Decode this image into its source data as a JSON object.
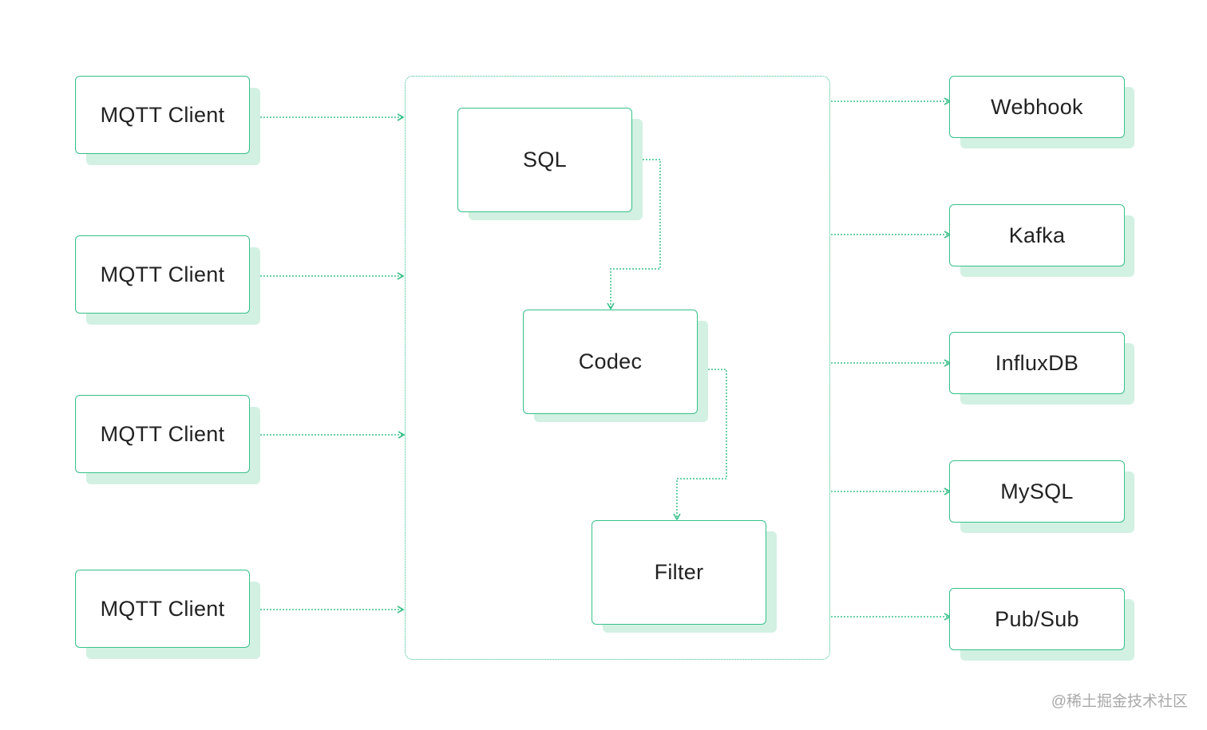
{
  "colors": {
    "accent": "#38c088",
    "shadow": "#d2f1e2",
    "text": "#222222",
    "watermark": "#a9a9a9"
  },
  "clients": [
    "MQTT Client",
    "MQTT Client",
    "MQTT Client",
    "MQTT Client"
  ],
  "engine": {
    "steps": [
      "SQL",
      "Codec",
      "Filter"
    ]
  },
  "targets": [
    "Webhook",
    "Kafka",
    "InfluxDB",
    "MySQL",
    "Pub/Sub"
  ],
  "watermark": "@稀土掘金技术社区"
}
